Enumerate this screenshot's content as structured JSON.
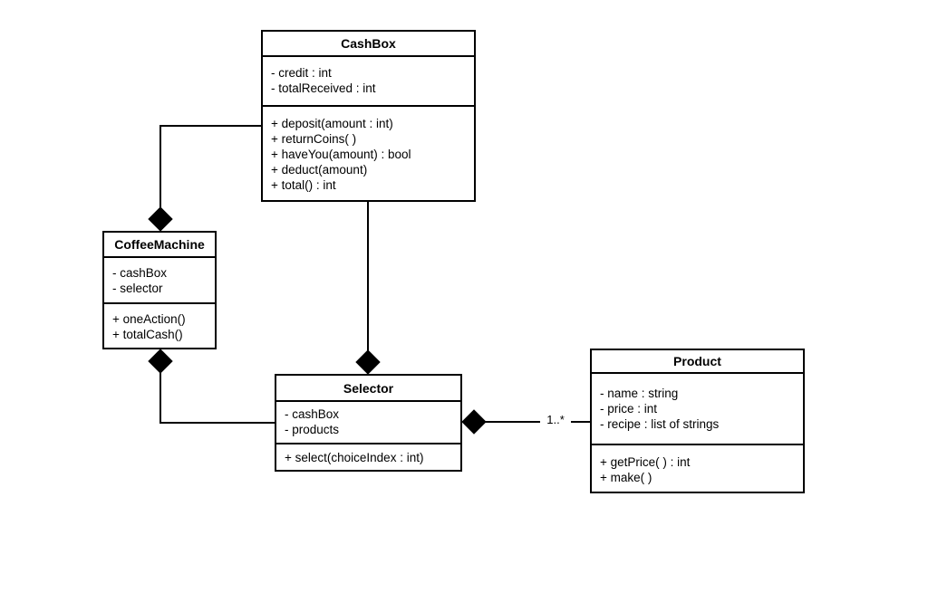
{
  "diagram": {
    "type": "uml-class-diagram",
    "colors": {
      "line": "#000000",
      "box_background": "#ffffff",
      "text": "#000000"
    },
    "classes": [
      {
        "name": "CashBox",
        "attributes": [
          "- credit : int",
          "- totalReceived : int"
        ],
        "methods": [
          "+ deposit(amount : int)",
          "+ returnCoins( )",
          "+ haveYou(amount) : bool",
          "+ deduct(amount)",
          "+ total() : int"
        ]
      },
      {
        "name": "CoffeeMachine",
        "attributes": [
          "- cashBox",
          "- selector"
        ],
        "methods": [
          "+ oneAction()",
          "+ totalCash()"
        ]
      },
      {
        "name": "Selector",
        "attributes": [
          "- cashBox",
          "- products"
        ],
        "methods": [
          "+ select(choiceIndex : int)"
        ]
      },
      {
        "name": "Product",
        "attributes": [
          "- name : string",
          "- price : int",
          "- recipe : list of strings"
        ],
        "methods": [
          "+ getPrice( ) : int",
          "+ make( )"
        ]
      }
    ],
    "relationships": [
      {
        "type": "composition",
        "whole": "CoffeeMachine",
        "part": "CashBox",
        "label": ""
      },
      {
        "type": "composition",
        "whole": "Selector",
        "part": "CashBox",
        "label": ""
      },
      {
        "type": "composition",
        "whole": "CoffeeMachine",
        "part": "Selector",
        "label": ""
      },
      {
        "type": "composition",
        "whole": "Selector",
        "part": "Product",
        "label": "1..*"
      }
    ]
  }
}
